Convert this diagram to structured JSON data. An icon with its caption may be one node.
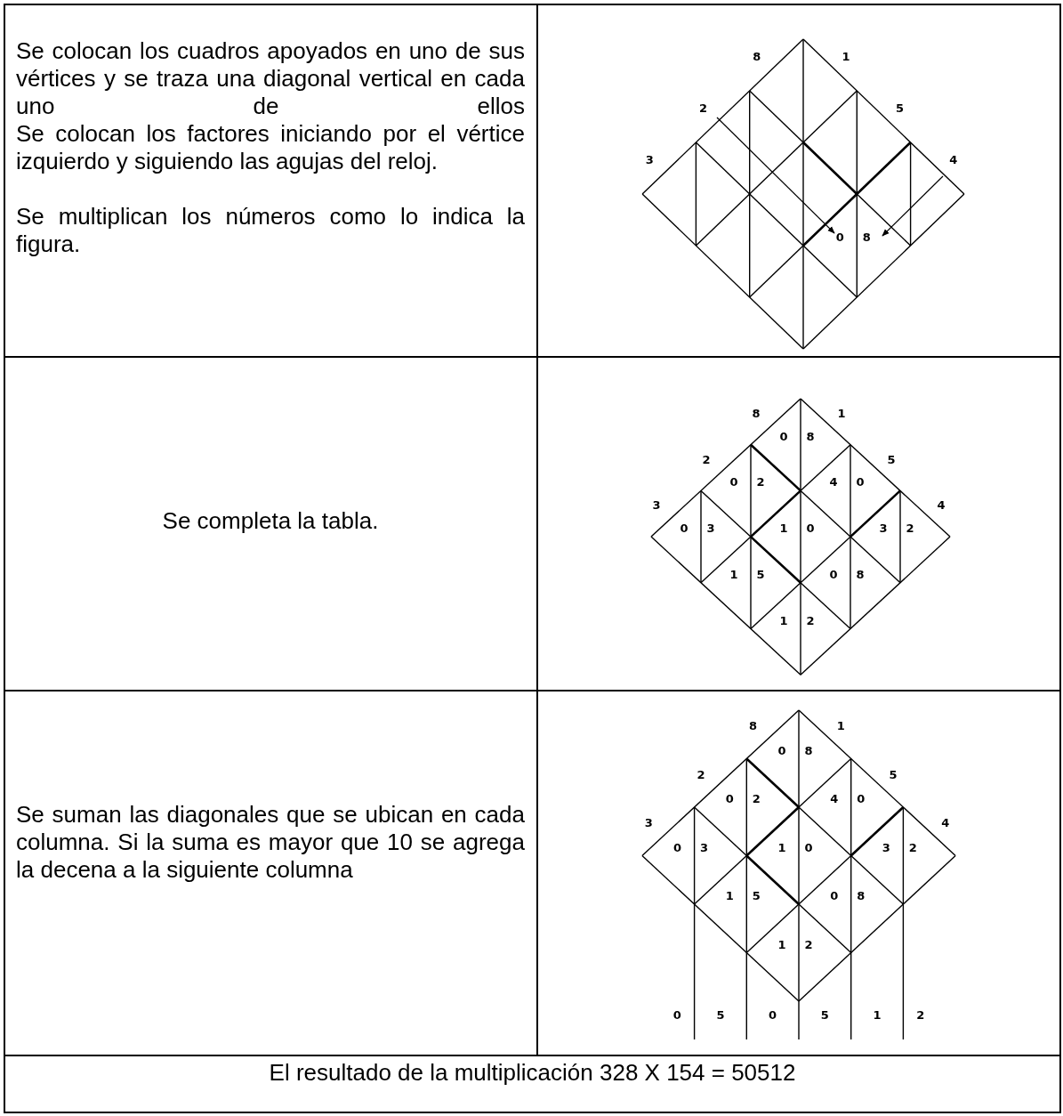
{
  "diagram": {
    "labels": [
      "Se colocan los cuadros apoyados en uno de sus vértices y se traza una diagonal vertical en cada uno de ellos",
      "Se colocan los factores iniciando por el vértice izquierdo y siguiendo las agujas del reloj.",
      "Se multiplican los números como lo indica la figura.",
      "8",
      "1",
      "2",
      "5",
      "3",
      "4",
      "0",
      "8",
      "Se completa la tabla.",
      "8",
      "1",
      "0",
      "8",
      "2",
      "5",
      "0",
      "2",
      "4",
      "0",
      "3",
      "4",
      "0",
      "3",
      "1",
      "0",
      "3",
      "2",
      "1",
      "5",
      "0",
      "8",
      "1",
      "2",
      "Se suman las diagonales que se ubican en cada columna. Si la suma es mayor que 10 se agrega la decena a la siguiente columna",
      "8",
      "1",
      "0",
      "8",
      "2",
      "5",
      "0",
      "2",
      "4",
      "0",
      "3",
      "4",
      "0",
      "3",
      "1",
      "0",
      "3",
      "2",
      "1",
      "5",
      "0",
      "8",
      "1",
      "2",
      "0",
      "5",
      "0",
      "5",
      "1",
      "2",
      "El resultado de la multiplicación 328 X 154 = 50512"
    ]
  }
}
